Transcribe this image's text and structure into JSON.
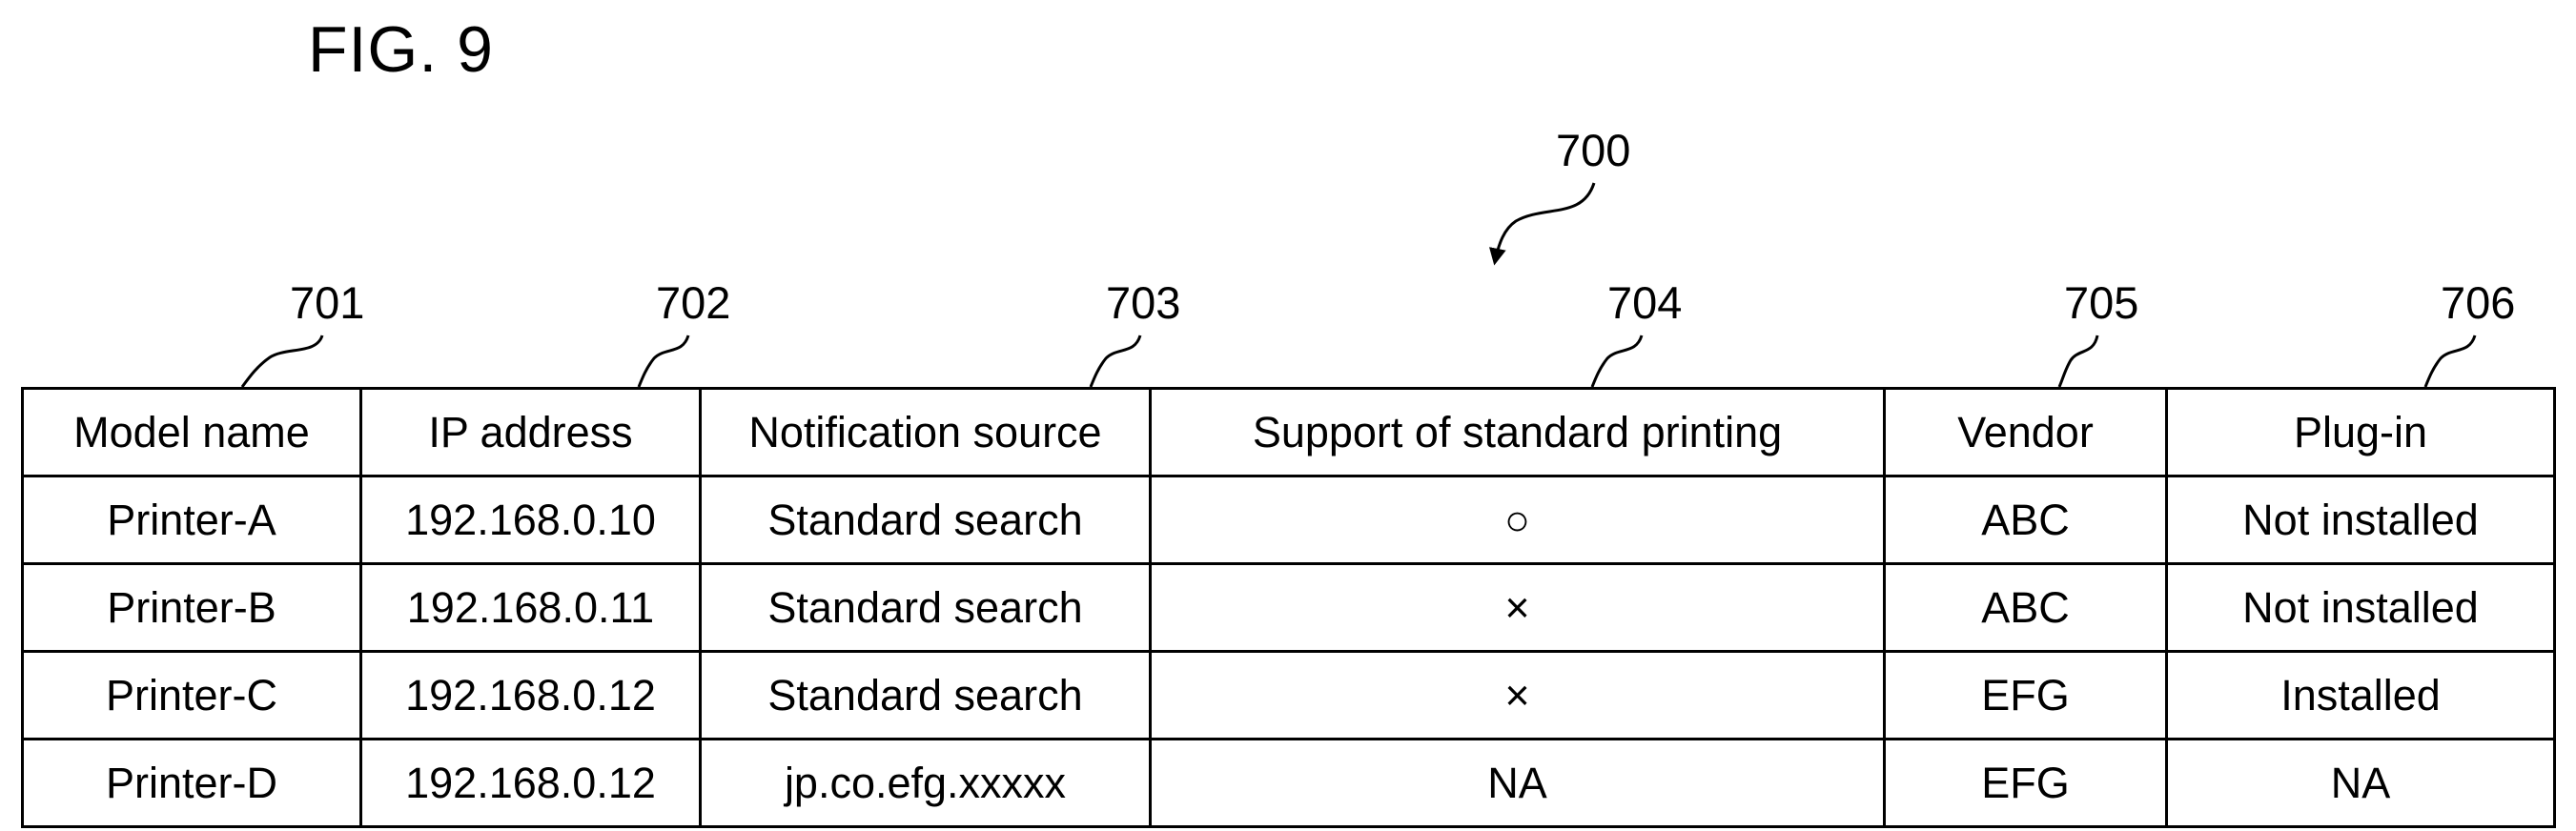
{
  "figure_label": "FIG. 9",
  "reference_numerals": {
    "table": "700",
    "model_name": "701",
    "ip_address": "702",
    "notification_source": "703",
    "support_standard_printing": "704",
    "vendor": "705",
    "plug_in": "706"
  },
  "table": {
    "headers": [
      "Model name",
      "IP address",
      "Notification source",
      "Support of standard printing",
      "Vendor",
      "Plug-in"
    ],
    "rows": [
      [
        "Printer-A",
        "192.168.0.10",
        "Standard search",
        "○",
        "ABC",
        "Not installed"
      ],
      [
        "Printer-B",
        "192.168.0.11",
        "Standard search",
        "×",
        "ABC",
        "Not installed"
      ],
      [
        "Printer-C",
        "192.168.0.12",
        "Standard search",
        "×",
        "EFG",
        "Installed"
      ],
      [
        "Printer-D",
        "192.168.0.12",
        "jp.co.efg.xxxxx",
        "NA",
        "EFG",
        "NA"
      ]
    ]
  }
}
